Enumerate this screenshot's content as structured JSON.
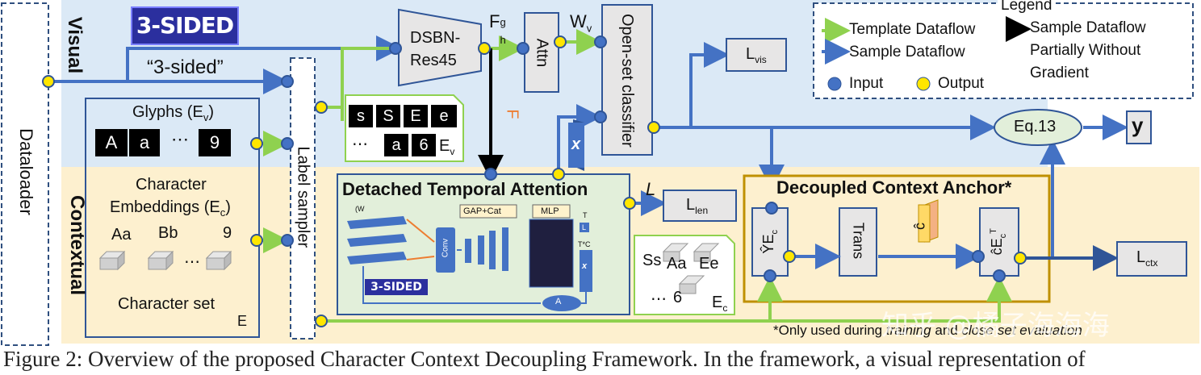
{
  "dataloader": "Dataloader",
  "label_sampler": "Label sampler",
  "lanes": {
    "visual": "Visual",
    "contextual": "Contextual"
  },
  "banner": "3-SIDED",
  "quote_label": "“3-sided”",
  "glyphs": {
    "title": "Glyphs (E",
    "title_sub": "v",
    "title_close": ")",
    "chars": [
      "A",
      "a",
      "9"
    ],
    "ellipsis": "⋯"
  },
  "char_emb": {
    "line1": "Character",
    "line2": "Embeddings (E",
    "line2_sub": "c",
    "line2_close": ")",
    "labels": [
      "Aa",
      "Bb",
      "9"
    ],
    "ellipsis": "⋯",
    "set_label": "Character set",
    "set_symbol": "E"
  },
  "sample_glyphs": {
    "top": [
      "s",
      "S",
      "E",
      "e"
    ],
    "bottom": [
      "a",
      "6"
    ],
    "ellipsis": "⋯",
    "label": "E",
    "label_sub": "v"
  },
  "dsbn": {
    "line1": "DSBN-",
    "line2": "Res45"
  },
  "fh": {
    "main": "F",
    "sup": "g",
    "sub": "h"
  },
  "attn": "Attn",
  "wv": {
    "main": "W",
    "sub": "v"
  },
  "classifier": "Open-set classifier",
  "lvis": {
    "main": "L",
    "sub": "vis"
  },
  "features_label": "F",
  "x_label": "x",
  "eq": "Eq.13",
  "y": "y",
  "dta": {
    "title": "Detached Temporal Attention",
    "l_label": "L",
    "llen": {
      "main": "L",
      "sub": "len"
    },
    "mini_gap": "GAP+Cat",
    "mini_mlp": "MLP",
    "mini_conv": "Conv",
    "mini_f1": "(W",
    "mini_tc": "T*C",
    "mini_T": "T",
    "mini_L": "L",
    "mini_x": "x",
    "mini_att": "A",
    "mini_banner": "3-SIDED"
  },
  "emb_cubes": {
    "labels": [
      "Ss",
      "Aa",
      "Ee"
    ],
    "bottom_num": "6",
    "ellipsis": "⋯",
    "label": "E",
    "label_sub": "c"
  },
  "dca": {
    "title": "Decoupled Context Anchor*",
    "ye": "ŶE",
    "ye_sub": "c",
    "trans": "Trans",
    "chat": "ĉ",
    "ce": "ĉE",
    "ce_sub": "c",
    "ce_sup": "T",
    "lctx": {
      "main": "L",
      "sub": "ctx"
    }
  },
  "legend": {
    "title": "Legend",
    "template": "Template Dataflow",
    "sample": "Sample Dataflow",
    "sample_nograd_1": "Sample Dataflow",
    "sample_nograd_2": "Partially Without",
    "sample_nograd_3": "Gradient",
    "input": "Input",
    "output": "Output"
  },
  "footnote_prefix": "*Only used during ",
  "footnote_italic": "training",
  "footnote_mid": " and ",
  "footnote_italic2": "close set evaluation",
  "watermark": "知乎 @橘子海海海",
  "caption": "Figure 2: Overview of the proposed Character Context Decoupling Framework. In the framework, a visual representation of",
  "colors": {
    "visual_bg": "#dbe9f6",
    "context_bg": "#fdf0cf",
    "blue": "#4472c4",
    "green": "#8fd14f",
    "yellow": "#ffe600",
    "orange": "#ed7d31",
    "box_fill": "#e7e6e6",
    "dta_fill": "#e2efda",
    "dca_border": "#bf9000"
  }
}
